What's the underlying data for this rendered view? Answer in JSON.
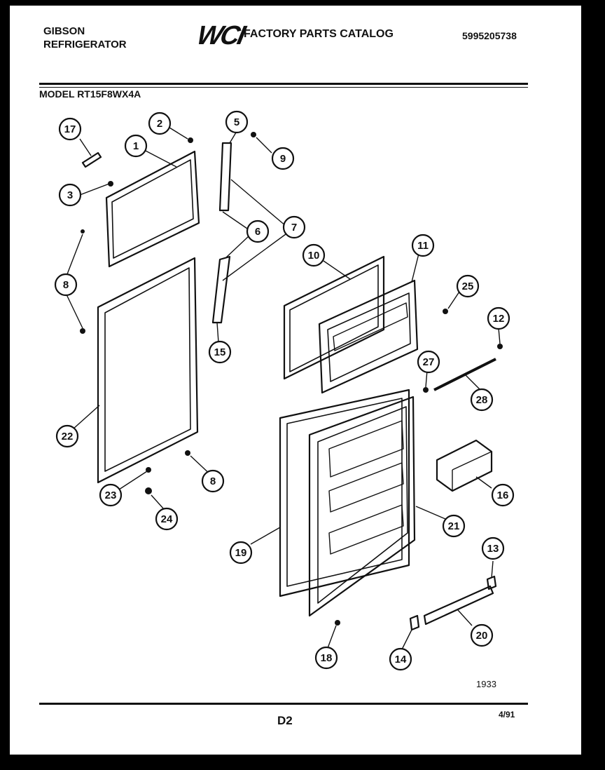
{
  "header": {
    "brand_line1": "GIBSON",
    "brand_line2": "REFRIGERATOR",
    "logo": "WCI",
    "catalog_title": "FACTORY PARTS CATALOG",
    "part_number": "5995205738"
  },
  "model_label": "MODEL RT15F8WX4A",
  "diagram_number": "1933",
  "page_code": "D2",
  "date_code": "4/91",
  "callouts": [
    "17",
    "2",
    "1",
    "5",
    "9",
    "3",
    "6",
    "7",
    "8",
    "10",
    "11",
    "25",
    "12",
    "15",
    "27",
    "28",
    "22",
    "16",
    "23",
    "24",
    "19",
    "21",
    "13",
    "20",
    "14",
    "18"
  ]
}
